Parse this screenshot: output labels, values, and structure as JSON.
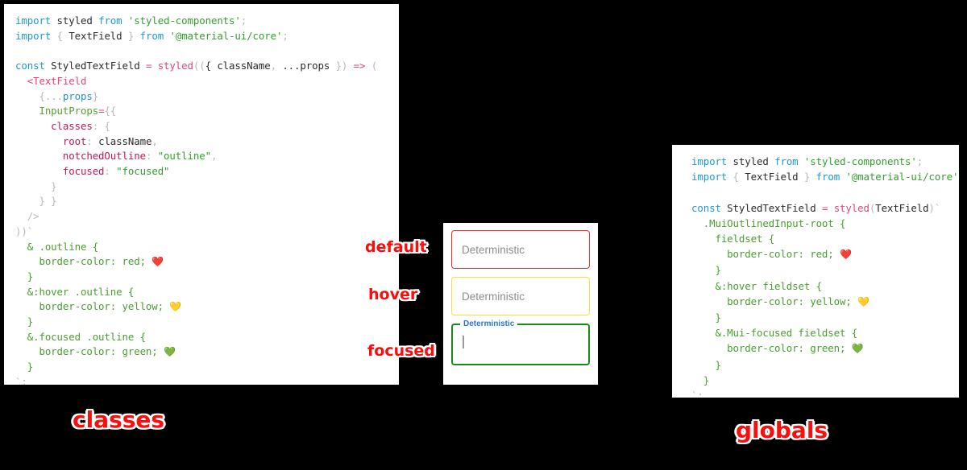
{
  "panels": {
    "classes": {
      "title": "classes",
      "code_lines": [
        [
          {
            "t": "import",
            "c": "kw"
          },
          {
            "t": " ",
            "c": "plain"
          },
          {
            "t": "styled",
            "c": "plain"
          },
          {
            "t": " ",
            "c": "plain"
          },
          {
            "t": "from",
            "c": "kw"
          },
          {
            "t": " ",
            "c": "plain"
          },
          {
            "t": "'styled-components'",
            "c": "str"
          },
          {
            "t": ";",
            "c": "punct"
          }
        ],
        [
          {
            "t": "import",
            "c": "kw"
          },
          {
            "t": " ",
            "c": "plain"
          },
          {
            "t": "{",
            "c": "punct"
          },
          {
            "t": " TextField ",
            "c": "plain"
          },
          {
            "t": "}",
            "c": "punct"
          },
          {
            "t": " ",
            "c": "plain"
          },
          {
            "t": "from",
            "c": "kw"
          },
          {
            "t": " ",
            "c": "plain"
          },
          {
            "t": "'@material-ui/core'",
            "c": "str"
          },
          {
            "t": ";",
            "c": "punct"
          }
        ],
        [],
        [
          {
            "t": "const",
            "c": "kw"
          },
          {
            "t": " StyledTextField ",
            "c": "plain"
          },
          {
            "t": "=",
            "c": "op"
          },
          {
            "t": " ",
            "c": "plain"
          },
          {
            "t": "styled",
            "c": "fn"
          },
          {
            "t": "((",
            "c": "punct"
          },
          {
            "t": "{ className",
            "c": "plain"
          },
          {
            "t": ",",
            "c": "punct"
          },
          {
            "t": " ",
            "c": "plain"
          },
          {
            "t": "...props",
            "c": "plain"
          },
          {
            "t": " })",
            "c": "punct"
          },
          {
            "t": " ",
            "c": "plain"
          },
          {
            "t": "=>",
            "c": "op"
          },
          {
            "t": " ",
            "c": "plain"
          },
          {
            "t": "(",
            "c": "punct"
          }
        ],
        [
          {
            "t": "  ",
            "c": "plain"
          },
          {
            "t": "<TextField",
            "c": "tag"
          }
        ],
        [
          {
            "t": "    ",
            "c": "plain"
          },
          {
            "t": "{",
            "c": "punct"
          },
          {
            "t": "...",
            "c": "punct"
          },
          {
            "t": "props",
            "c": "varblue"
          },
          {
            "t": "}",
            "c": "punct"
          }
        ],
        [
          {
            "t": "    ",
            "c": "plain"
          },
          {
            "t": "InputProps",
            "c": "attr"
          },
          {
            "t": "=",
            "c": "op"
          },
          {
            "t": "{{",
            "c": "punct"
          }
        ],
        [
          {
            "t": "      ",
            "c": "plain"
          },
          {
            "t": "classes",
            "c": "prop"
          },
          {
            "t": ":",
            "c": "punct"
          },
          {
            "t": " ",
            "c": "plain"
          },
          {
            "t": "{",
            "c": "punct"
          }
        ],
        [
          {
            "t": "        ",
            "c": "plain"
          },
          {
            "t": "root",
            "c": "prop"
          },
          {
            "t": ":",
            "c": "punct"
          },
          {
            "t": " className",
            "c": "plain"
          },
          {
            "t": ",",
            "c": "punct"
          }
        ],
        [
          {
            "t": "        ",
            "c": "plain"
          },
          {
            "t": "notchedOutline",
            "c": "prop"
          },
          {
            "t": ":",
            "c": "punct"
          },
          {
            "t": " ",
            "c": "plain"
          },
          {
            "t": "\"outline\"",
            "c": "str"
          },
          {
            "t": ",",
            "c": "punct"
          }
        ],
        [
          {
            "t": "        ",
            "c": "plain"
          },
          {
            "t": "focused",
            "c": "prop"
          },
          {
            "t": ":",
            "c": "punct"
          },
          {
            "t": " ",
            "c": "plain"
          },
          {
            "t": "\"focused\"",
            "c": "str"
          }
        ],
        [
          {
            "t": "      ",
            "c": "plain"
          },
          {
            "t": "}",
            "c": "punct"
          }
        ],
        [
          {
            "t": "    ",
            "c": "plain"
          },
          {
            "t": "} }",
            "c": "punct"
          }
        ],
        [
          {
            "t": "  ",
            "c": "plain"
          },
          {
            "t": "/>",
            "c": "punct"
          }
        ],
        [
          {
            "t": "))`",
            "c": "punct"
          }
        ],
        [
          {
            "t": "  ",
            "c": "plain"
          },
          {
            "t": "& .outline {",
            "c": "css"
          }
        ],
        [
          {
            "t": "    ",
            "c": "plain"
          },
          {
            "t": "border-color: red; ",
            "c": "css"
          },
          {
            "t": "❤️",
            "c": "emoji"
          }
        ],
        [
          {
            "t": "  ",
            "c": "plain"
          },
          {
            "t": "}",
            "c": "css"
          }
        ],
        [
          {
            "t": "  ",
            "c": "plain"
          },
          {
            "t": "&:hover .outline {",
            "c": "css"
          }
        ],
        [
          {
            "t": "    ",
            "c": "plain"
          },
          {
            "t": "border-color: yellow; ",
            "c": "css"
          },
          {
            "t": "💛",
            "c": "emoji"
          }
        ],
        [
          {
            "t": "  ",
            "c": "plain"
          },
          {
            "t": "}",
            "c": "css"
          }
        ],
        [
          {
            "t": "  ",
            "c": "plain"
          },
          {
            "t": "&.focused .outline {",
            "c": "css"
          }
        ],
        [
          {
            "t": "    ",
            "c": "plain"
          },
          {
            "t": "border-color: green; ",
            "c": "css"
          },
          {
            "t": "💚",
            "c": "emoji"
          }
        ],
        [
          {
            "t": "  ",
            "c": "plain"
          },
          {
            "t": "}",
            "c": "css"
          }
        ],
        [
          {
            "t": "`;",
            "c": "punct"
          }
        ]
      ]
    },
    "globals": {
      "title": "globals",
      "code_lines": [
        [
          {
            "t": "import",
            "c": "kw"
          },
          {
            "t": " ",
            "c": "plain"
          },
          {
            "t": "styled",
            "c": "plain"
          },
          {
            "t": " ",
            "c": "plain"
          },
          {
            "t": "from",
            "c": "kw"
          },
          {
            "t": " ",
            "c": "plain"
          },
          {
            "t": "'styled-components'",
            "c": "str"
          },
          {
            "t": ";",
            "c": "punct"
          }
        ],
        [
          {
            "t": "import",
            "c": "kw"
          },
          {
            "t": " ",
            "c": "plain"
          },
          {
            "t": "{",
            "c": "punct"
          },
          {
            "t": " TextField ",
            "c": "plain"
          },
          {
            "t": "}",
            "c": "punct"
          },
          {
            "t": " ",
            "c": "plain"
          },
          {
            "t": "from",
            "c": "kw"
          },
          {
            "t": " ",
            "c": "plain"
          },
          {
            "t": "'@material-ui/core'",
            "c": "str"
          },
          {
            "t": ";",
            "c": "punct"
          }
        ],
        [],
        [
          {
            "t": "const",
            "c": "kw"
          },
          {
            "t": " StyledTextField ",
            "c": "plain"
          },
          {
            "t": "=",
            "c": "op"
          },
          {
            "t": " ",
            "c": "plain"
          },
          {
            "t": "styled",
            "c": "fn"
          },
          {
            "t": "(",
            "c": "punct"
          },
          {
            "t": "TextField",
            "c": "plain"
          },
          {
            "t": ")`",
            "c": "punct"
          }
        ],
        [
          {
            "t": "  ",
            "c": "plain"
          },
          {
            "t": ".MuiOutlinedInput-root {",
            "c": "css"
          }
        ],
        [
          {
            "t": "    ",
            "c": "plain"
          },
          {
            "t": "fieldset {",
            "c": "css"
          }
        ],
        [
          {
            "t": "      ",
            "c": "plain"
          },
          {
            "t": "border-color: red; ",
            "c": "css"
          },
          {
            "t": "❤️",
            "c": "emoji"
          }
        ],
        [
          {
            "t": "    ",
            "c": "plain"
          },
          {
            "t": "}",
            "c": "css"
          }
        ],
        [
          {
            "t": "    ",
            "c": "plain"
          },
          {
            "t": "&:hover fieldset {",
            "c": "css"
          }
        ],
        [
          {
            "t": "      ",
            "c": "plain"
          },
          {
            "t": "border-color: yellow; ",
            "c": "css"
          },
          {
            "t": "💛",
            "c": "emoji"
          }
        ],
        [
          {
            "t": "    ",
            "c": "plain"
          },
          {
            "t": "}",
            "c": "css"
          }
        ],
        [
          {
            "t": "    ",
            "c": "plain"
          },
          {
            "t": "&.Mui-focused fieldset {",
            "c": "css"
          }
        ],
        [
          {
            "t": "      ",
            "c": "plain"
          },
          {
            "t": "border-color: green; ",
            "c": "css"
          },
          {
            "t": "💚",
            "c": "emoji"
          }
        ],
        [
          {
            "t": "    ",
            "c": "plain"
          },
          {
            "t": "}",
            "c": "css"
          }
        ],
        [
          {
            "t": "  ",
            "c": "plain"
          },
          {
            "t": "}",
            "c": "css"
          }
        ],
        [
          {
            "t": "`;",
            "c": "punct"
          }
        ]
      ]
    }
  },
  "demo": {
    "fields": [
      {
        "state": "default",
        "value": "Deterministic",
        "border_color": "#f03030",
        "notch_label": null
      },
      {
        "state": "hover",
        "value": "Deterministic",
        "border_color": "#f2e33a",
        "notch_label": null
      },
      {
        "state": "focused",
        "value": "",
        "border_color": "#1a8a1a",
        "notch_label": "Deterministic"
      }
    ]
  },
  "annotations": {
    "default": "default",
    "hover": "hover",
    "focused": "focused",
    "classes": "classes",
    "globals": "globals",
    "color": "#fa0d0d"
  }
}
